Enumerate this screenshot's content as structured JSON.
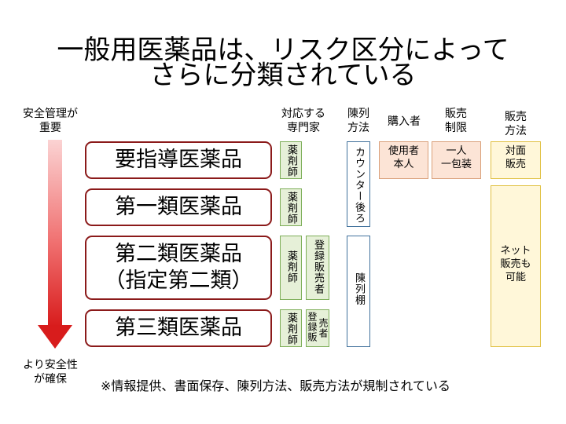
{
  "title": {
    "line1": "一般用医薬品は、リスク区分によって",
    "line2": "さらに分類されている"
  },
  "axis": {
    "top_line1": "安全管理が",
    "top_line2": "重要",
    "bottom_line1": "より安全性",
    "bottom_line2": "が確保"
  },
  "headers": {
    "expert_line1": "対応する",
    "expert_line2": "専門家",
    "display_line1": "陳列",
    "display_line2": "方法",
    "buyer": "購入者",
    "limit_line1": "販売",
    "limit_line2": "制限",
    "method_line1": "販売",
    "method_line2": "方法"
  },
  "categories": {
    "c1": "要指導医薬品",
    "c2": "第一類医薬品",
    "c3_line1": "第二類医薬品",
    "c3_line2": "（指定第二類）",
    "c4": "第三類医薬品"
  },
  "experts": {
    "pharmacist": "薬剤師",
    "registered_seller": "登録販売者",
    "c4_registered_right": "登録販",
    "c4_registered_left": "売者"
  },
  "display": {
    "behind_counter": "カウンター後ろ",
    "shelf": "陳列棚"
  },
  "buyer": {
    "line1": "使用者",
    "line2": "本人"
  },
  "limit": {
    "line1": "一人",
    "line2": "一包装"
  },
  "method": {
    "face_to_face_line1": "対面",
    "face_to_face_line2": "販売",
    "online_line1": "ネット",
    "online_line2": "販売も",
    "online_line3": "可能"
  },
  "footnote": "※情報提供、書面保存、陳列方法、販売方法が規制されている",
  "colors": {
    "arrow": "#E02020",
    "category_border": "#8B1A1A",
    "expert_fill": "#E6F0D8",
    "display_border": "#41719C",
    "buyer_fill": "#FCE4D6",
    "method_fill": "#FFF7D9"
  }
}
